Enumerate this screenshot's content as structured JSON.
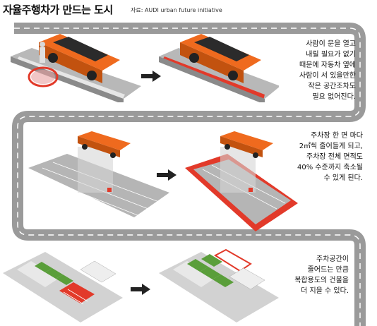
{
  "header": {
    "title": "자율주행차가 만드는 도시",
    "source": "자료: AUDI urban future initiative"
  },
  "panels": [
    {
      "caption_lines": [
        "사람이 문을 열고",
        "내릴 필요가 없기",
        "때문에 자동차 옆에",
        "사람이 서 있을만한",
        "작은 공간조차도",
        "필요 없어진다."
      ]
    },
    {
      "caption_lines": [
        "주차장 한 면 마다",
        "2㎡씩 줄어들게 되고,",
        "주차장 전체 면적도",
        "40% 수준까지 축소될",
        "수 있게 된다."
      ]
    },
    {
      "caption_lines": [
        "주차공간이",
        "줄어드는 만큼",
        "복합용도의 건물을",
        "더 지을 수 있다."
      ]
    }
  ],
  "colors": {
    "road": "#9a9a9a",
    "road_stripe": "#ffffff",
    "car": "#ef6a1e",
    "highlight_red": "#e23a2a",
    "building_green": "#5a9e3a"
  },
  "icons": [
    "arrow-right-icon",
    "car-icon",
    "person-icon"
  ]
}
